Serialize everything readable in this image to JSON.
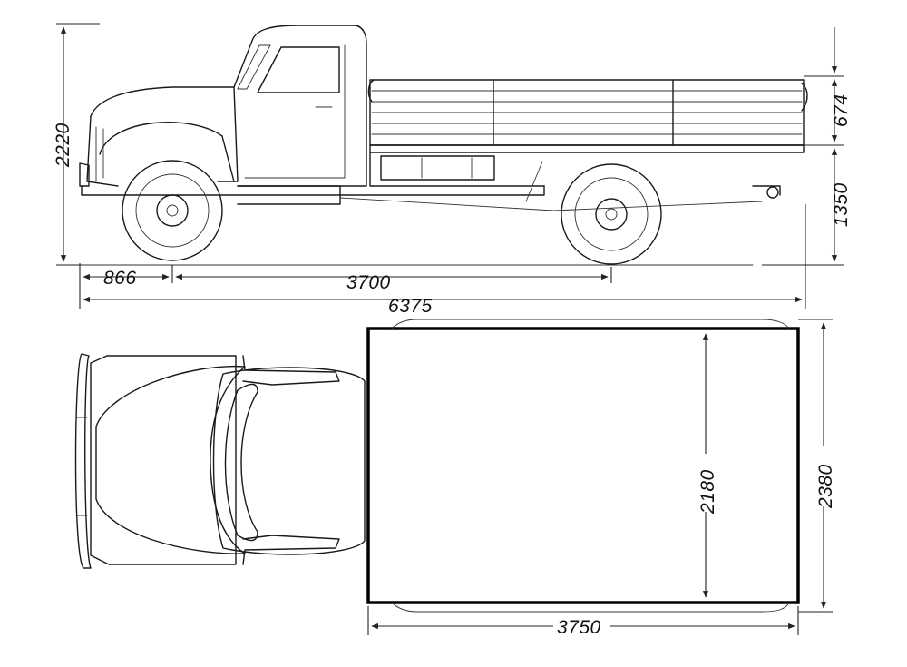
{
  "dimensions": {
    "side_view": {
      "overall_height": "2220",
      "body_side_height": "674",
      "platform_height": "1350",
      "front_overhang": "866",
      "wheelbase": "3700",
      "overall_length": "6375"
    },
    "top_view": {
      "platform_inner_width": "2180",
      "overall_width": "2380",
      "platform_length": "3750"
    }
  }
}
